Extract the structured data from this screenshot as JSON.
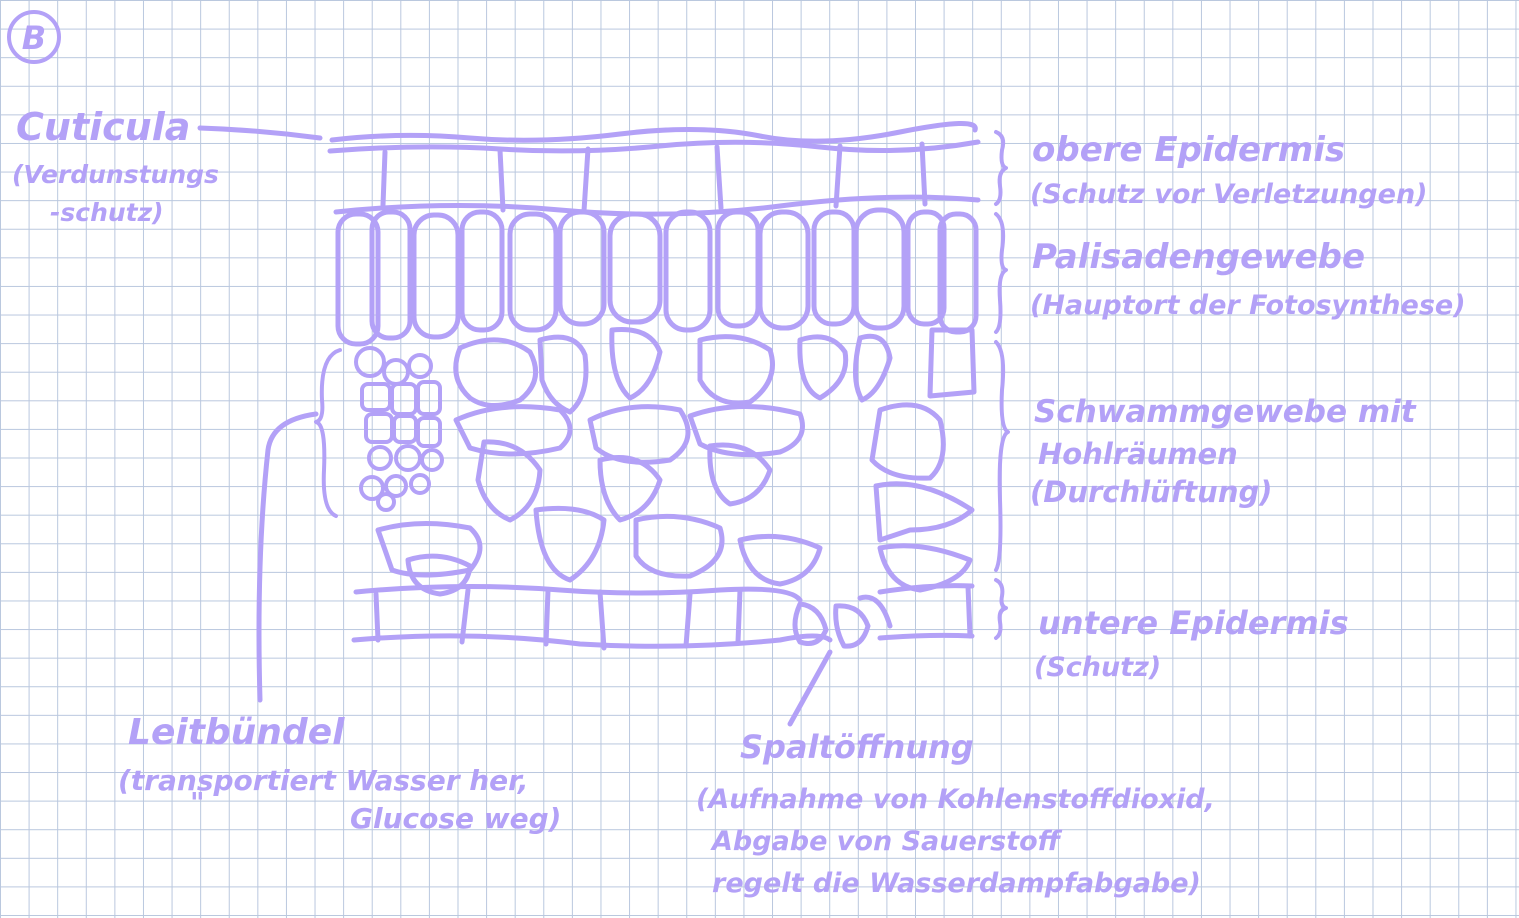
{
  "badge": "B",
  "labels": {
    "cuticula": {
      "title": "Cuticula",
      "line1": "(Verdunstungs",
      "line2": "-schutz)"
    },
    "obere_epidermis": {
      "title": "obere Epidermis",
      "note": "(Schutz vor Verletzungen)"
    },
    "palisadengewebe": {
      "title": "Palisadengewebe",
      "note": "(Hauptort der Fotosynthese)"
    },
    "schwammgewebe": {
      "line1": "Schwammgewebe mit",
      "line2": "Hohlräumen",
      "line3": "(Durchlüftung)"
    },
    "untere_epidermis": {
      "title": "untere Epidermis",
      "note": "(Schutz)"
    },
    "leitbuendel": {
      "title": "Leitbündel",
      "line1": "(transportiert Wasser her,",
      "ditto": "\"",
      "line2": "Glucose weg)"
    },
    "spaltoeffnung": {
      "title": "Spaltöffnung",
      "line1": "(Aufnahme von Kohlenstoffdioxid,",
      "line2": "Abgabe von Sauerstoff",
      "line3": "regelt die Wasserdampfabgabe)"
    }
  },
  "colors": {
    "ink": "#b3a1f7",
    "grid": "#b9c7de",
    "paper": "#ffffff"
  }
}
